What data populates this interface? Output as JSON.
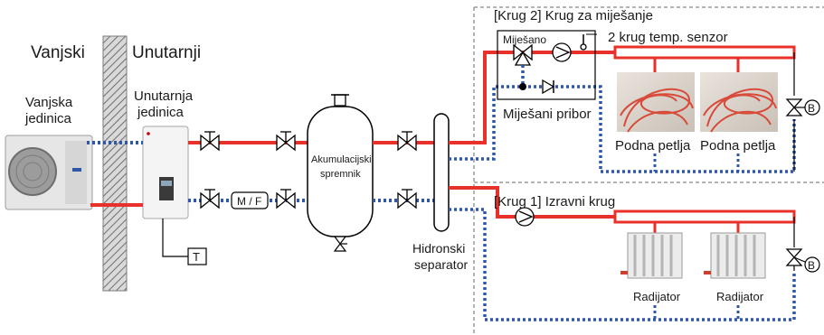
{
  "labels": {
    "outside": "Vanjski",
    "inside": "Unutarnji",
    "outdoor_unit_l1": "Vanjska",
    "outdoor_unit_l2": "jedinica",
    "indoor_unit_l1": "Unutarnja",
    "indoor_unit_l2": "jedinica",
    "thermostat": "T",
    "mf": "M / F",
    "tank_l1": "Akumulacijski",
    "tank_l2": "spremnik",
    "separator_l1": "Hidronski",
    "separator_l2": "separator",
    "circuit2_title": "[Krug 2] Krug za miješanje",
    "mixed": "Miješano",
    "sensor": "2 krug temp. senzor",
    "mixing_kit": "Miješani pribor",
    "floor_loop_1": "Podna petlja",
    "floor_loop_2": "Podna petlja",
    "circuit1_title": "[Krug 1] Izravni krug",
    "radiator_1": "Radijator",
    "radiator_2": "Radijator",
    "bypass_symbol_1": "B",
    "bypass_symbol_2": "B"
  },
  "colors": {
    "supply": "#e8312a",
    "return": "#2f57a8",
    "wall_hatch": "#7a7a7a",
    "zone_border": "#9a9a9a"
  }
}
